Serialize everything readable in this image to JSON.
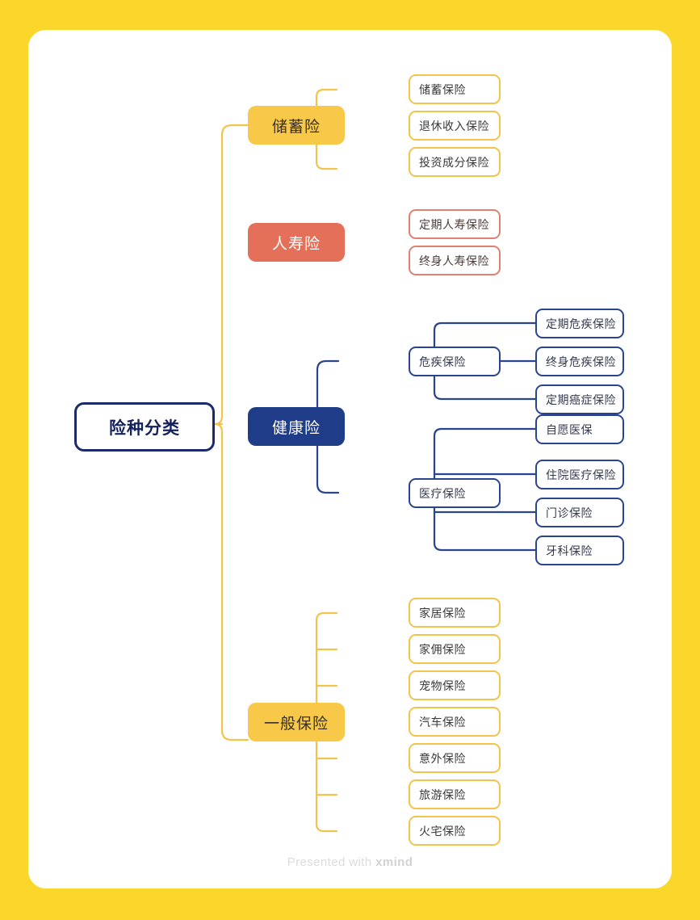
{
  "footer": {
    "prefix": "Presented with ",
    "brand": "xmind"
  },
  "colors": {
    "background": "#fbd72c",
    "card": "#ffffff",
    "amber": "#f8c948",
    "amber_line": "#f3c44b",
    "salmon": "#e4705a",
    "salmon_line": "#dd8270",
    "navy": "#1f3c88",
    "navy_line": "#2b4490",
    "root_border": "#1b2a6b"
  },
  "mindmap": {
    "root": {
      "label": "险种分类"
    },
    "branches": [
      {
        "label": "储蓄险",
        "theme": "amber",
        "children": [
          {
            "label": "储蓄保险"
          },
          {
            "label": "退休收入保险"
          },
          {
            "label": "投资成分保险"
          }
        ]
      },
      {
        "label": "人寿险",
        "theme": "salmon",
        "children": [
          {
            "label": "定期人寿保险"
          },
          {
            "label": "终身人寿保险"
          }
        ]
      },
      {
        "label": "健康险",
        "theme": "navy",
        "children": [
          {
            "label": "危疾保险",
            "children": [
              {
                "label": "定期危疾保险"
              },
              {
                "label": "终身危疾保险"
              },
              {
                "label": "定期癌症保险"
              }
            ]
          },
          {
            "label": "医疗保险",
            "children": [
              {
                "label": "自愿医保"
              },
              {
                "label": "住院医疗保险"
              },
              {
                "label": "门诊保险"
              },
              {
                "label": "牙科保险"
              }
            ]
          }
        ]
      },
      {
        "label": "一般保险",
        "theme": "amber",
        "children": [
          {
            "label": "家居保险"
          },
          {
            "label": "家佣保险"
          },
          {
            "label": "宠物保险"
          },
          {
            "label": "汽车保险"
          },
          {
            "label": "意外保险"
          },
          {
            "label": "旅游保险"
          },
          {
            "label": "火宅保险"
          }
        ]
      }
    ]
  }
}
